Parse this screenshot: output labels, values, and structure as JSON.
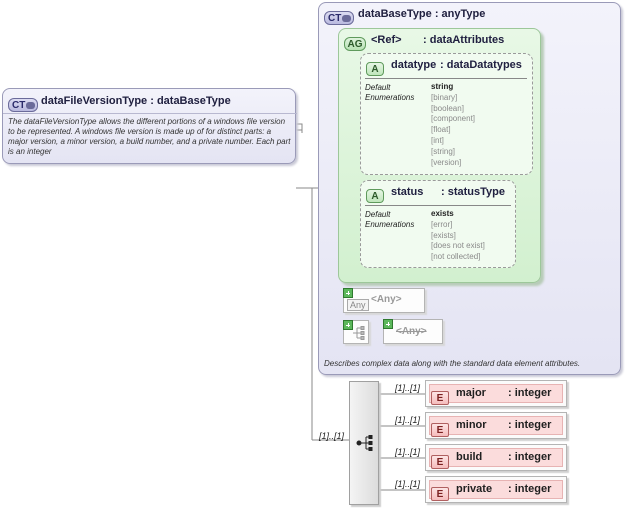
{
  "dataFileVersionType": {
    "tag": "CT",
    "title": "dataFileVersionType : dataBaseType",
    "description": "The dataFileVersionType allows the different portions of a windows file version to be represented.  A windows file version is made up of for distinct parts: a major version, a minor version, a build number, and a private number.  Each part is an integer"
  },
  "dataBaseType": {
    "tag": "CT",
    "title": "dataBaseType : anyType",
    "description": "Describes complex data along with the standard data element attributes.",
    "attribute_group": {
      "tag": "AG",
      "ref": "<Ref>",
      "name": ": dataAttributes",
      "attributes": [
        {
          "tag": "A",
          "name": "datatype",
          "type": ": dataDatatypes",
          "default_label": "Default",
          "enum_label": "Enumerations",
          "default_value": "string",
          "enumerations": [
            "[binary]",
            "[boolean]",
            "[component]",
            "[float]",
            "[int]",
            "[string]",
            "[version]"
          ]
        },
        {
          "tag": "A",
          "name": "status",
          "type": ": statusType",
          "default_label": "Default",
          "enum_label": "Enumerations",
          "default_value": "exists",
          "enumerations": [
            "[error]",
            "[exists]",
            "[does not exist]",
            "[not collected]"
          ]
        }
      ]
    },
    "any_attribute": "<Any>",
    "any_element": "<Any>",
    "any_tag": "Any"
  },
  "sequence_cardinality": "[1]..[1]",
  "elements": [
    {
      "tag": "E",
      "name": "major",
      "type": ": integer",
      "cardinality": "[1]..[1]"
    },
    {
      "tag": "E",
      "name": "minor",
      "type": ": integer",
      "cardinality": "[1]..[1]"
    },
    {
      "tag": "E",
      "name": "build",
      "type": ": integer",
      "cardinality": "[1]..[1]"
    },
    {
      "tag": "E",
      "name": "private",
      "type": ": integer",
      "cardinality": "[1]..[1]"
    }
  ]
}
